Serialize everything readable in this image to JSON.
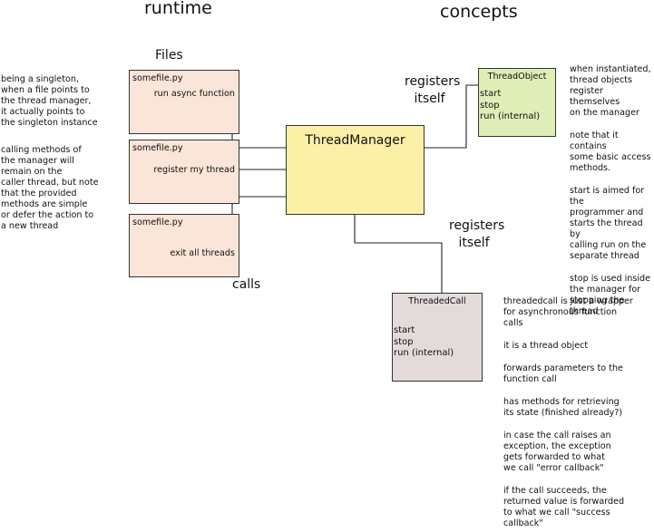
{
  "headings": {
    "runtime": "runtime",
    "concepts": "concepts",
    "files": "Files",
    "calls": "calls"
  },
  "registers_itself": [
    "registers",
    "itself"
  ],
  "files": [
    {
      "name": "somefile.py",
      "action": "run async function"
    },
    {
      "name": "somefile.py",
      "action": "register my thread"
    },
    {
      "name": "somefile.py",
      "action": "exit all threads"
    }
  ],
  "manager": {
    "name": "ThreadManager"
  },
  "thread_object": {
    "name": "ThreadObject",
    "members": [
      "start",
      "stop",
      "run (internal)"
    ]
  },
  "threaded_call": {
    "name": "ThreadedCall",
    "members": [
      "start",
      "stop",
      "run (internal)"
    ]
  },
  "left_notes": [
    [
      "being a singleton,",
      "when a file points to",
      "the thread manager,",
      "it actually points to",
      "the singleton instance"
    ],
    [
      "calling methods of",
      "the manager will",
      "remain on the",
      "caller thread, but note",
      "that the provided",
      "methods are simple",
      "or defer the action to",
      "a new thread"
    ]
  ],
  "thread_object_notes": [
    [
      "when instantiated,",
      "thread objects",
      "register themselves",
      "on the manager"
    ],
    [
      "note that it contains",
      "some basic access",
      "methods."
    ],
    [
      "start is aimed for the",
      "programmer and",
      "starts the thread by",
      "calling run on the",
      "separate thread"
    ],
    [
      "stop is used inside",
      "the manager for",
      "stopping the thread"
    ]
  ],
  "threaded_call_notes": [
    [
      "threadedcall is just a wrapper",
      "for asynchronous function",
      "calls"
    ],
    [
      "it is a thread object"
    ],
    [
      "forwards parameters to the",
      "function call"
    ],
    [
      "has methods for retrieving",
      "its state (finished already?)"
    ],
    [
      "in case the call raises an",
      "exception, the exception",
      "gets forwarded to what",
      "we call \"error callback\""
    ],
    [
      "if the call succeeds, the",
      "returned value is forwarded",
      "to what we call \"success",
      "callback\""
    ]
  ]
}
